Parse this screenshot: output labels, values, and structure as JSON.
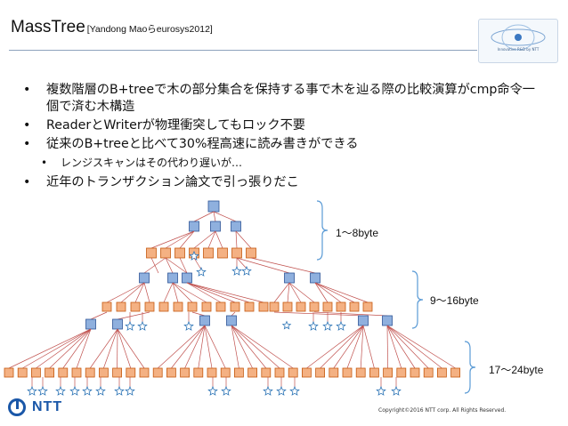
{
  "header": {
    "title": "MassTree",
    "citation": "[Yandong Maoらeurosys2012]",
    "logo_text": "Innovative R&D by NTT"
  },
  "bullets": [
    "複数階層のB+treeで木の部分集合を保持する事で木を辿る際の比較演算がcmp命令一個で済む木構造",
    "ReaderとWriterが物理衝突してもロック不要",
    "従来のB+treeと比べて30%程高速に読み書きができる",
    "レンジスキャンはその代わり遅いが…",
    "近年のトランザクション論文で引っ張りだこ"
  ],
  "diagram": {
    "labels": [
      "1〜8byte",
      "9〜16byte",
      "17〜24byte"
    ],
    "colors": {
      "square_fill": "#f4b183",
      "square_stroke": "#c55a11",
      "root_fill": "#8fb0de",
      "root_stroke": "#2f5597",
      "star_stroke": "#2e75b6",
      "edge": "#c0504d",
      "brace": "#5b9bd5"
    }
  },
  "footer": {
    "brand": "NTT",
    "copyright": "Copyright©2016 NTT corp. All Rights Reserved."
  }
}
